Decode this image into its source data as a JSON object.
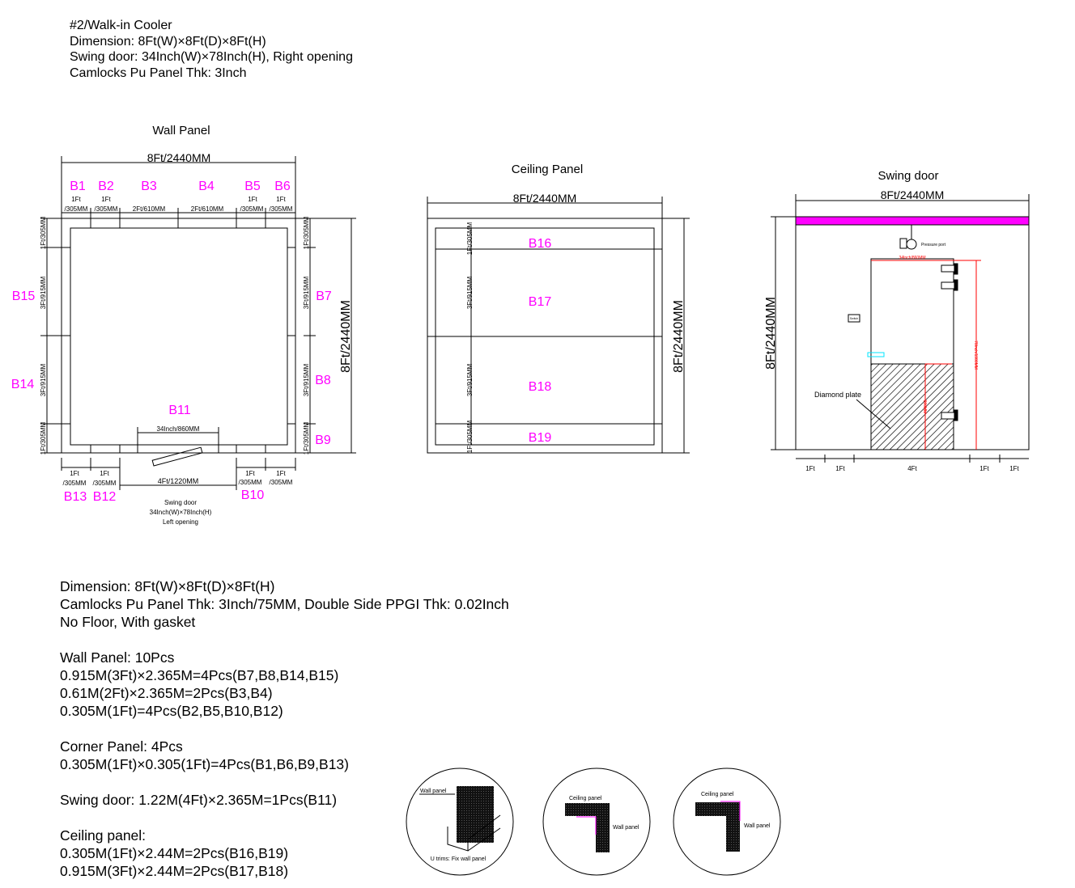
{
  "header": {
    "lines": [
      "#2/Walk-in Cooler",
      "Dimension: 8Ft(W)×8Ft(D)×8Ft(H)",
      "Swing door: 34Inch(W)×78Inch(H), Right opening",
      "Camlocks Pu Panel Thk: 3Inch"
    ]
  },
  "wall": {
    "title": "Wall Panel",
    "overall": "8Ft/2440MM",
    "labels": {
      "b1": "B1",
      "b2": "B2",
      "b3": "B3",
      "b4": "B4",
      "b5": "B5",
      "b6": "B6",
      "b7": "B7",
      "b8": "B8",
      "b9": "B9",
      "b10": "B10",
      "b11": "B11",
      "b12": "B12",
      "b13": "B13",
      "b14": "B14",
      "b15": "B15"
    },
    "ft1": "1Ft",
    "mm305": "/305MM",
    "ft2mm": "2Ft/610MM",
    "v305": "1Ft/305MM",
    "v915": "3Ft/915MM",
    "door_width": "34Inch/860MM",
    "opening": "4Ft/1220MM",
    "door_note": [
      "Swing door",
      "34Inch(W)×78Inch(H)",
      "Left opening"
    ]
  },
  "ceiling": {
    "title": "Ceiling Panel",
    "overall": "8Ft/2440MM",
    "labels": [
      "B16",
      "B17",
      "B18",
      "B19"
    ],
    "v305": "1Ft/305MM",
    "v915": "3Ft/915MM"
  },
  "door": {
    "title": "Swing door",
    "overall": "8Ft/2440MM",
    "door_width": "34Inch/860MM",
    "door_height": "78Inch/1980MM",
    "plate_height": "900MM",
    "plate_label": "Diamond plate",
    "switch": "Switch",
    "port": "Pressure port",
    "bottom": [
      "1Ft",
      "1Ft",
      "4Ft",
      "1Ft",
      "1Ft"
    ],
    "colors": {
      "top_bar": "#ff00ff",
      "dimension": "#ff0000",
      "handle": "#00e5ff"
    }
  },
  "spec": {
    "lines": [
      "Dimension: 8Ft(W)×8Ft(D)×8Ft(H)",
      "Camlocks Pu Panel Thk: 3Inch/75MM, Double Side PPGI Thk: 0.02Inch",
      "No Floor, With gasket",
      "",
      "Wall Panel: 10Pcs",
      "0.915M(3Ft)×2.365M=4Pcs(B7,B8,B14,B15)",
      "0.61M(2Ft)×2.365M=2Pcs(B3,B4)",
      "0.305M(1Ft)=4Pcs(B2,B5,B10,B12)",
      "",
      "Corner Panel: 4Pcs",
      "0.305M(1Ft)×0.305(1Ft)=4Pcs(B1,B6,B9,B13)",
      "",
      "Swing door: 1.22M(4Ft)×2.365M=1Pcs(B11)",
      "",
      "Ceiling panel:",
      "0.305M(1Ft)×2.44M=2Pcs(B16,B19)",
      "0.915M(3Ft)×2.44M=2Pcs(B17,B18)"
    ]
  },
  "details": {
    "d1": [
      "Wall panel",
      "U trims: Fix wall panel"
    ],
    "d2": [
      "Ceiling panel",
      "Wall panel"
    ],
    "d3": [
      "Ceiling panel",
      "Wall panel"
    ]
  }
}
